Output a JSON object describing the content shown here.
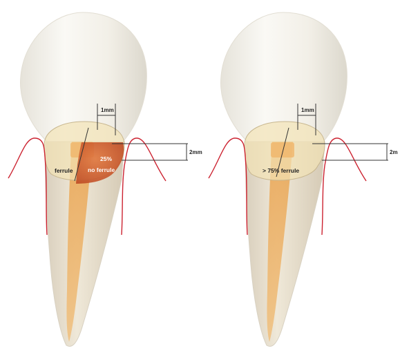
{
  "colors": {
    "tooth_enamel": "#f4f1e8",
    "root_canal": "#e9a85c",
    "ferrule_band": "#f3e4b8",
    "missing_ferrule": "#c8552a",
    "gingiva_line": "#cc2230",
    "measure_line": "#333333"
  },
  "left_tooth": {
    "width_label": "1mm",
    "height_label": "2mm",
    "ferrule_label": "ferrule",
    "percent_label": "25%",
    "no_ferrule_label": "no ferrule"
  },
  "right_tooth": {
    "width_label": "1mm",
    "height_label": "2m",
    "ferrule_label": "> 75% ferrule"
  }
}
